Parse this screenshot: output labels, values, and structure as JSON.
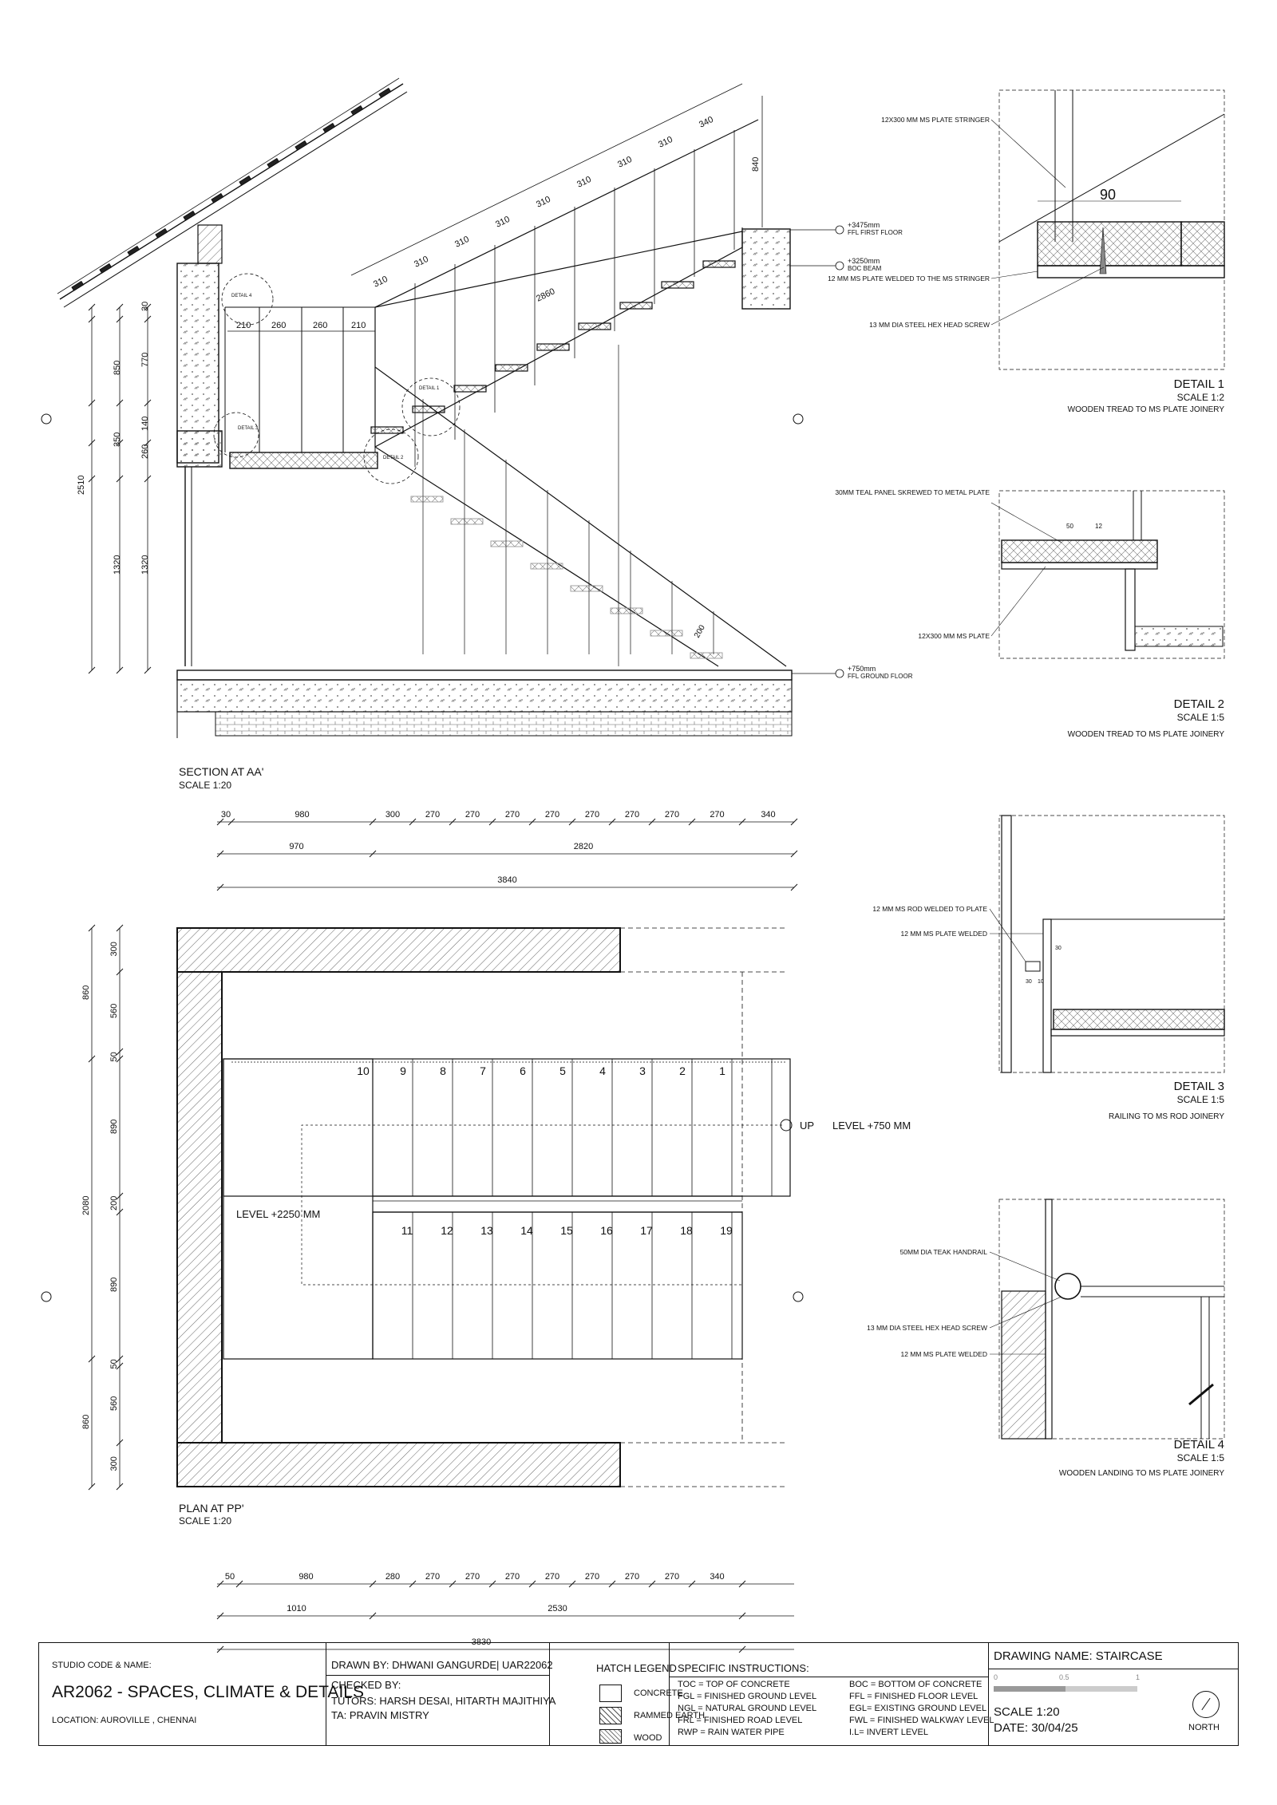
{
  "section": {
    "title": "SECTION AT AA'",
    "scale": "SCALE 1:20",
    "flight_dims": [
      "310",
      "310",
      "310",
      "310",
      "310",
      "310",
      "310",
      "310",
      "340"
    ],
    "flight_total": "2860",
    "rail_height": "840",
    "landing_dims": [
      "210",
      "260",
      "260",
      "210"
    ],
    "left_dims_outer": [
      "850",
      "350",
      "1320"
    ],
    "left_dims_inner": [
      "30",
      "770",
      "140",
      "260",
      "1320"
    ],
    "total_height": "2510",
    "level_ffl_first": "+3475mm",
    "level_ffl_first_label": "FFL FIRST FLOOR",
    "level_boc": "+3250mm",
    "level_boc_label": "BOC BEAM",
    "level_ground": "+750mm",
    "level_ground_label": "FFL GROUND FLOOR",
    "detail_tags": [
      "DETAIL 4",
      "DETAIL 3",
      "DETAIL 1",
      "DETAIL 2"
    ],
    "riser_dim": "200"
  },
  "plan": {
    "title": "PLAN AT PP'",
    "scale": "SCALE 1:20",
    "top_dims_row1": [
      "30",
      "980",
      "300",
      "270",
      "270",
      "270",
      "270",
      "270",
      "270",
      "270",
      "270",
      "340"
    ],
    "top_dims_row2": [
      "970",
      "2820"
    ],
    "top_total": "3840",
    "bottom_dims_row1": [
      "50",
      "980",
      "280",
      "270",
      "270",
      "270",
      "270",
      "270",
      "270",
      "270",
      "340"
    ],
    "bottom_dims_row2": [
      "1010",
      "2530"
    ],
    "bottom_total": "3830",
    "left_dims_inner": [
      "300",
      "560",
      "50",
      "890",
      "200",
      "890",
      "50",
      "560",
      "300"
    ],
    "left_dims_outer": [
      "860",
      "2080",
      "860"
    ],
    "upper_steps": [
      "10",
      "9",
      "8",
      "7",
      "6",
      "5",
      "4",
      "3",
      "2",
      "1"
    ],
    "lower_steps": [
      "11",
      "12",
      "13",
      "14",
      "15",
      "16",
      "17",
      "18",
      "19"
    ],
    "up_label": "UP",
    "level_up": "LEVEL +750 MM",
    "level_landing": "LEVEL +2250 MM"
  },
  "details": [
    {
      "title": "DETAIL 1",
      "scale": "SCALE 1:2",
      "desc": "WOODEN TREAD TO MS PLATE JOINERY",
      "dim": "90",
      "notes": [
        "12X300 MM MS PLATE STRINGER",
        "12 MM MS PLATE WELDED TO THE MS STRINGER",
        "13 MM DIA STEEL HEX HEAD SCREW"
      ]
    },
    {
      "title": "DETAIL 2",
      "scale": "SCALE 1:5",
      "desc": "WOODEN TREAD TO MS PLATE JOINERY",
      "dims": [
        "50",
        "12"
      ],
      "notes": [
        "30MM TEAL PANEL SKREWED TO METAL PLATE",
        "12X300 MM MS PLATE"
      ]
    },
    {
      "title": "DETAIL 3",
      "scale": "SCALE 1:5",
      "desc": "RAILING TO MS ROD JOINERY",
      "dims": [
        "30",
        "10",
        "30"
      ],
      "notes": [
        "12 MM MS ROD WELDED TO PLATE",
        "12 MM MS PLATE WELDED"
      ]
    },
    {
      "title": "DETAIL 4",
      "scale": "SCALE 1:5",
      "desc": "WOODEN LANDING TO MS PLATE JOINERY",
      "notes": [
        "50MM DIA TEAK HANDRAIL",
        "13 MM DIA STEEL HEX HEAD SCREW",
        "12 MM MS PLATE WELDED"
      ]
    }
  ],
  "title_block": {
    "studio_label": "STUDIO CODE & NAME:",
    "course": "AR2062 - SPACES, CLIMATE & DETAILS",
    "location": "LOCATION:  AUROVILLE , CHENNAI",
    "drawn_by": "DRAWN BY: DHWANI GANGURDE| UAR22062",
    "checked_by": "CHECKED BY:",
    "tutors": "TUTORS: HARSH DESAI, HITARTH MAJITHIYA",
    "ta": "TA: PRAVIN MISTRY",
    "hatch_title": "HATCH LEGEND",
    "hatch_items": [
      "CONCRETE",
      "RAMMED EARTH",
      "WOOD"
    ],
    "instr_title": "SPECIFIC INSTRUCTIONS:",
    "instr_left": [
      "TOC   = TOP OF CONCRETE",
      "FGL   = FINISHED GROUND LEVEL",
      "NGL   = NATURAL GROUND LEVEL",
      "FRL   = FINISHED ROAD LEVEL",
      "RWP  = RAIN WATER PIPE"
    ],
    "instr_right": [
      "BOC   = BOTTOM OF CONCRETE",
      "FFL   = FINISHED FLOOR LEVEL",
      "EGL= EXISTING GROUND LEVEL",
      "FWL = FINISHED WALKWAY LEVEL",
      "I.L= INVERT LEVEL"
    ],
    "drawing_name": "DRAWING NAME: STAIRCASE",
    "scale_bar": [
      "0",
      "0.5",
      "1"
    ],
    "scale": "SCALE  1:20",
    "date": "DATE: 30/04/25",
    "north": "NORTH"
  }
}
